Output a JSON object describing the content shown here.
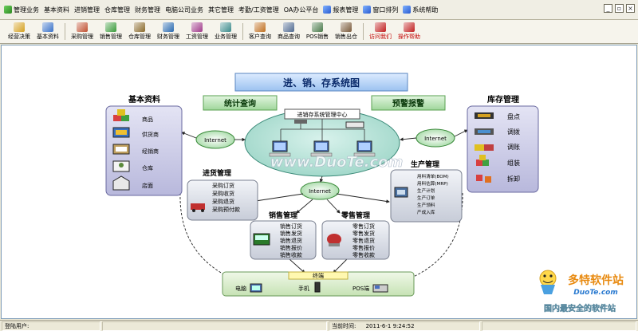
{
  "menubar": {
    "items": [
      {
        "label": "管理业务",
        "icon": "app-logo-icon"
      },
      {
        "label": "基本资料"
      },
      {
        "label": "进销管理"
      },
      {
        "label": "仓库管理"
      },
      {
        "label": "财务管理"
      },
      {
        "label": "电脑公司业务"
      },
      {
        "label": "其它管理"
      },
      {
        "label": "考勤/工资管理"
      },
      {
        "label": "OA办公平台"
      },
      {
        "label": "报表管理",
        "icon": "report-icon"
      },
      {
        "label": "窗口排列",
        "icon": "window-icon"
      },
      {
        "label": "系统帮助",
        "icon": "help-icon"
      }
    ]
  },
  "toolbar": {
    "buttons": [
      {
        "label": "经营决策",
        "color": "#d4a020"
      },
      {
        "label": "基本资料",
        "color": "#3a72c8"
      },
      {
        "sep": true
      },
      {
        "label": "采购管理",
        "color": "#c05030"
      },
      {
        "label": "销售管理",
        "color": "#3a9a3a"
      },
      {
        "label": "仓库管理",
        "color": "#8a6a2a"
      },
      {
        "label": "财务管理",
        "color": "#2a6ab0"
      },
      {
        "label": "工资管理",
        "color": "#a03a8a"
      },
      {
        "label": "业务管理",
        "color": "#3a8a8a"
      },
      {
        "sep": true
      },
      {
        "label": "客户查询",
        "color": "#c07020"
      },
      {
        "label": "商品查询",
        "color": "#506a90"
      },
      {
        "label": "POS销售",
        "color": "#4a7a4a"
      },
      {
        "label": "销售出仓",
        "color": "#7a5a3a"
      },
      {
        "sep": true
      },
      {
        "label": "访问我们",
        "color": "#c02020",
        "red": true
      },
      {
        "label": "操作帮助",
        "color": "#c02020",
        "red": true
      }
    ]
  },
  "diagram": {
    "title": "进、销、存系统图",
    "stats_query": "统计查询",
    "alert": "预警报警",
    "center": "进销存系统管理中心",
    "internet": "Internet",
    "watermark": "www.DuoTe.com",
    "basic": {
      "title": "基本资料",
      "items": [
        "商品",
        "供货商",
        "经销商",
        "仓库",
        "店面"
      ]
    },
    "inventory": {
      "title": "库存管理",
      "items": [
        "盘点",
        "调拨",
        "调账",
        "组装",
        "拆卸"
      ]
    },
    "purchase": {
      "title": "进货管理",
      "items": [
        "采购订货",
        "采购收货",
        "采购退货",
        "采购预付款"
      ]
    },
    "production": {
      "title": "生产管理",
      "items": [
        "用料清单(BOM)",
        "用料估算(MRP)",
        "生产计划",
        "生产订单",
        "生产领料",
        "产成入库"
      ]
    },
    "sales": {
      "title": "销售管理",
      "items": [
        "销售订货",
        "销售发货",
        "销售退货",
        "销售报价",
        "销售收款"
      ]
    },
    "retail": {
      "title": "零售管理",
      "items": [
        "零售订货",
        "零售发货",
        "零售退货",
        "零售报价",
        "零售收款"
      ]
    },
    "terminal": {
      "title": "终端",
      "computer": "电脑",
      "phone": "手机",
      "pos": "POS端"
    }
  },
  "brand": {
    "name": "多特软件站",
    "slogan": "国内最安全的软件站",
    "logo_text": "DuoTe.com"
  },
  "status": {
    "login_label": "登陆用户:",
    "time_label": "当前时间:",
    "time_value": "2011-6-1  9:24:52"
  }
}
